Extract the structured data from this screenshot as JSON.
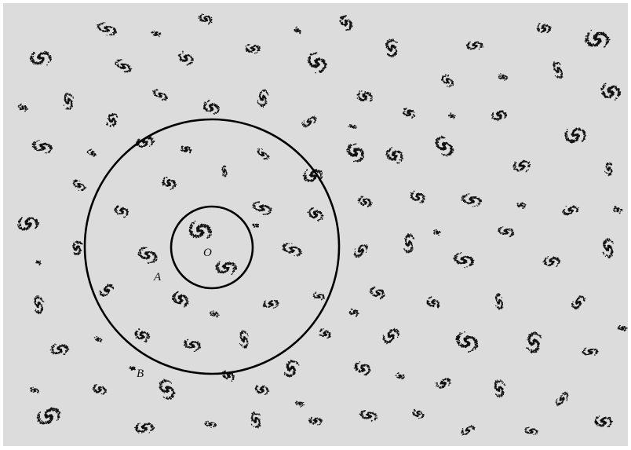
{
  "figure": {
    "background_color": "#dcdcdc",
    "galaxy_color": "#111111",
    "ring_color": "#000000",
    "labels": {
      "center": "O",
      "inner_region": "A",
      "outer_region": "B"
    },
    "galaxy_icon": "spiral-galaxy-icon"
  }
}
